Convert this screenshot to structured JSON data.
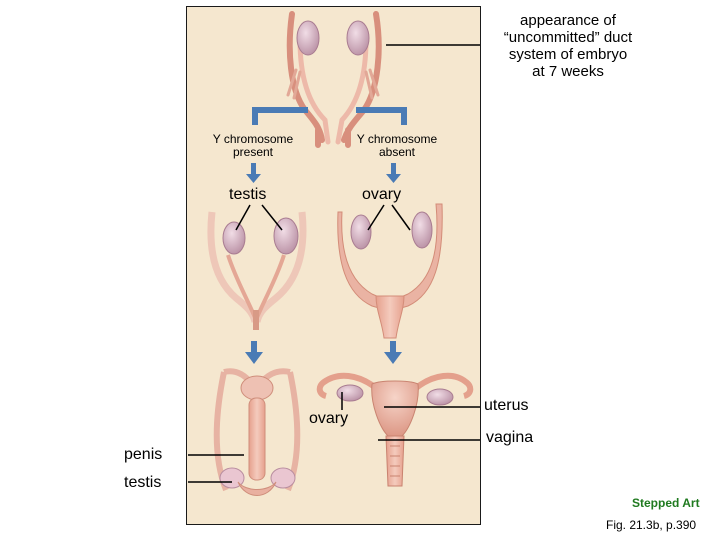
{
  "caption": {
    "line1": "appearance of",
    "line2": "“uncommitted” duct",
    "line3": "system of embryo",
    "line4": "at 7 weeks"
  },
  "branches": {
    "left": {
      "line1": "Y chromosome",
      "line2": "present"
    },
    "right": {
      "line1": "Y chromosome",
      "line2": "absent"
    }
  },
  "labels": {
    "testis_top": "testis",
    "ovary_top": "ovary",
    "ovary_bottom": "ovary",
    "uterus": "uterus",
    "vagina": "vagina",
    "penis": "penis",
    "testis_bottom": "testis"
  },
  "footer": {
    "stepped": "Stepped Art",
    "figure": "Fig. 21.3b, p.390"
  },
  "colors": {
    "panel": "#f5e7cf",
    "tissue": "#e8b2a2",
    "gonad": "#d9b8c6",
    "arrow": "#4a7bb5",
    "stepped_text": "#1f7a1f"
  }
}
